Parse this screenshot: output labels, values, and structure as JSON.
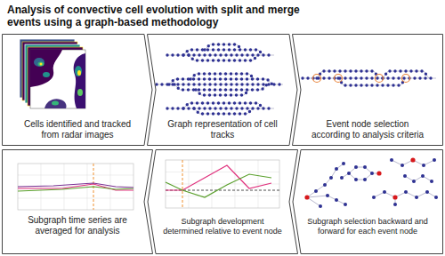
{
  "diagram": {
    "title": "Analysis of convective cell evolution with split and merge events using a graph-based methodology",
    "nodes": [
      {
        "text": [
          "Cells identified and tracked from radar images"
        ]
      },
      {
        "text": [
          "Graph representation of cell tracks"
        ]
      },
      {
        "text": [
          "Event node selection according to analysis criteria"
        ]
      },
      {
        "text": [
          "Subgraph selection backward and forward for each event node"
        ]
      },
      {
        "text": [
          "Subgraph development determined relative to event node"
        ]
      },
      {
        "text": [
          "Subgraph time series are averaged for analysis"
        ]
      }
    ]
  }
}
